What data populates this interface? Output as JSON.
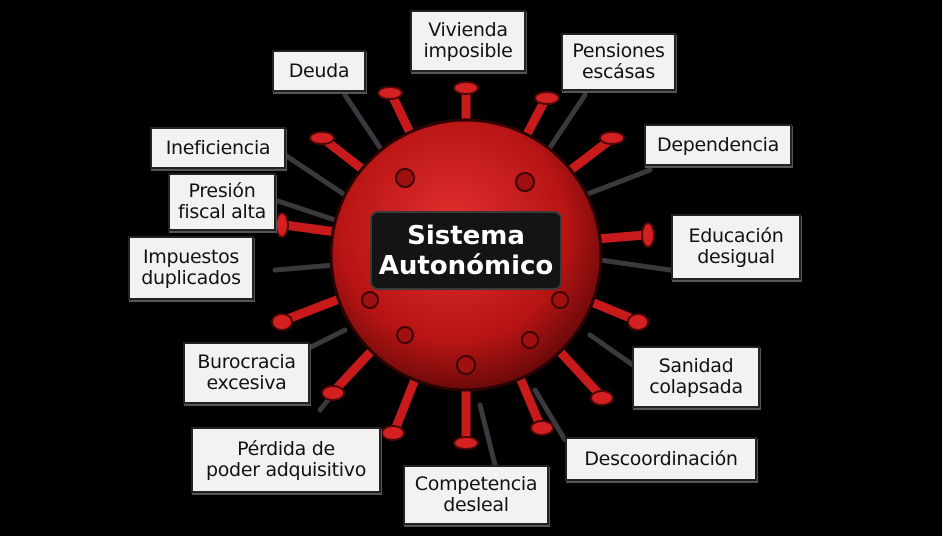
{
  "title": "Sistema Autonómico",
  "center": {
    "line1": "Sistema",
    "line2": "Autonómico"
  },
  "colors": {
    "background": "#000000",
    "virus": "#c81a1a",
    "virus_dark": "#7a0d0d",
    "label_bg": "#f2f2f0",
    "center_bg": "#141414"
  },
  "labels": [
    {
      "id": "vivienda",
      "line1": "Vivienda",
      "line2": "imposible"
    },
    {
      "id": "deuda",
      "line1": "Deuda",
      "line2": ""
    },
    {
      "id": "pensiones",
      "line1": "Pensiones",
      "line2": "escásas"
    },
    {
      "id": "ineficiencia",
      "line1": "Ineficiencia",
      "line2": ""
    },
    {
      "id": "dependencia",
      "line1": "Dependencia",
      "line2": ""
    },
    {
      "id": "presion",
      "line1": "Presión",
      "line2": "fiscal alta"
    },
    {
      "id": "educacion",
      "line1": "Educación",
      "line2": "desigual"
    },
    {
      "id": "impuestos",
      "line1": "Impuestos",
      "line2": "duplicados"
    },
    {
      "id": "burocracia",
      "line1": "Burocracia",
      "line2": "excesiva"
    },
    {
      "id": "sanidad",
      "line1": "Sanidad",
      "line2": "colapsada"
    },
    {
      "id": "perdida",
      "line1": "Pérdida de",
      "line2": "poder adquisitivo"
    },
    {
      "id": "descoordinacion",
      "line1": "Descoordinación",
      "line2": ""
    },
    {
      "id": "competencia",
      "line1": "Competencia",
      "line2": "desleal"
    }
  ]
}
